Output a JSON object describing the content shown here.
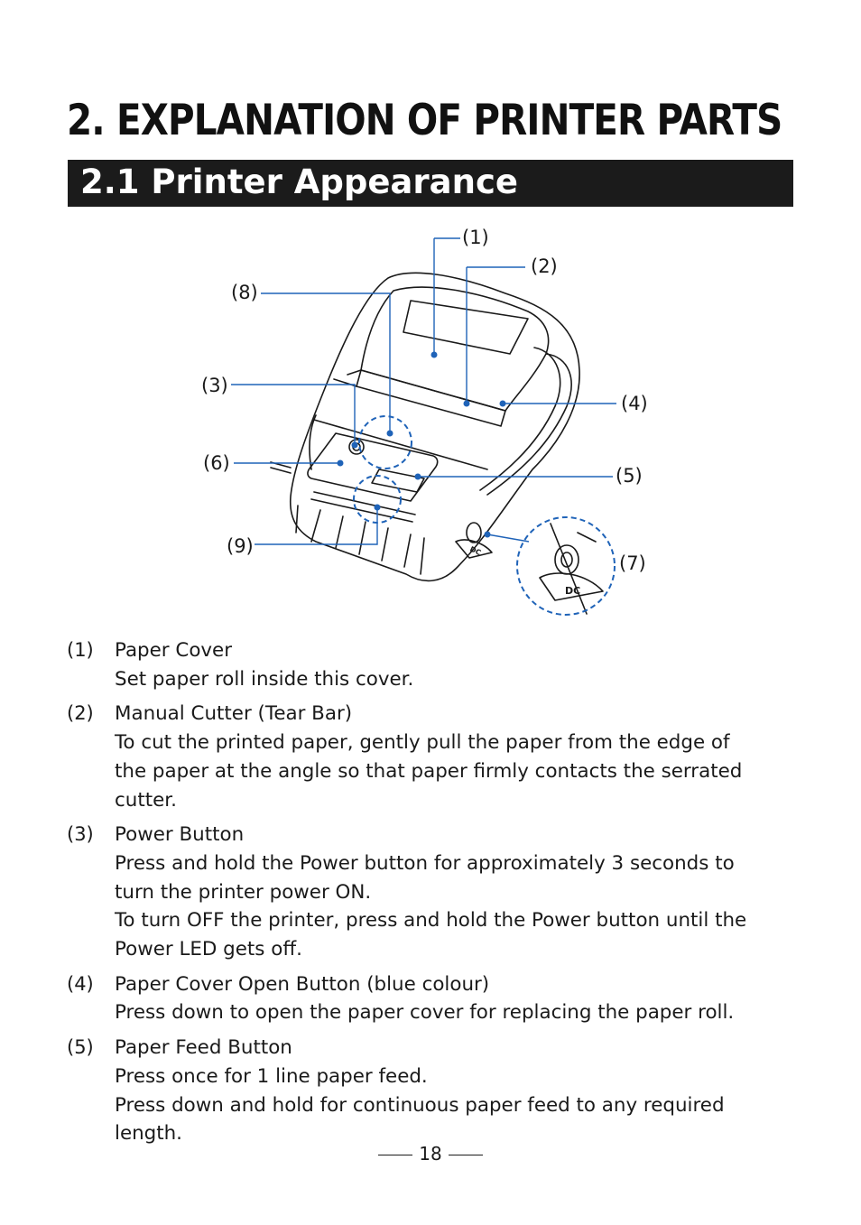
{
  "chapter": {
    "title": "2. EXPLANATION OF PRINTER PARTS"
  },
  "section": {
    "title": "2.1  Printer Appearance"
  },
  "figure": {
    "callouts": [
      "(1)",
      "(2)",
      "(3)",
      "(4)",
      "(5)",
      "(6)",
      "(7)",
      "(8)",
      "(9)"
    ],
    "device_label_dc": "DC",
    "colors": {
      "callout_line": "#1f63b8",
      "dashed_circle": "#1f63b8",
      "outline": "#1a1a1a"
    }
  },
  "parts": [
    {
      "num": "(1)",
      "lines": [
        "Paper Cover",
        "Set paper roll inside this cover."
      ]
    },
    {
      "num": "(2)",
      "lines": [
        "Manual Cutter (Tear Bar)",
        "To cut the printed paper, gently pull the paper from the edge of",
        "the paper at the angle so that paper firmly contacts the serrated",
        "cutter."
      ]
    },
    {
      "num": "(3)",
      "lines": [
        "Power Button",
        "Press and hold the Power button for approximately 3 seconds to",
        "turn the printer power ON.",
        "To turn OFF the printer, press and hold the Power button until the",
        "Power LED gets off."
      ]
    },
    {
      "num": "(4)",
      "lines": [
        "Paper Cover Open Button (blue colour)",
        "Press down to open the paper cover for replacing the paper roll."
      ]
    },
    {
      "num": "(5)",
      "lines": [
        "Paper Feed Button",
        "Press once for 1 line paper feed.",
        "Press down and hold for continuous paper feed to any required",
        "length."
      ]
    }
  ],
  "footer": {
    "page_number": "18"
  }
}
